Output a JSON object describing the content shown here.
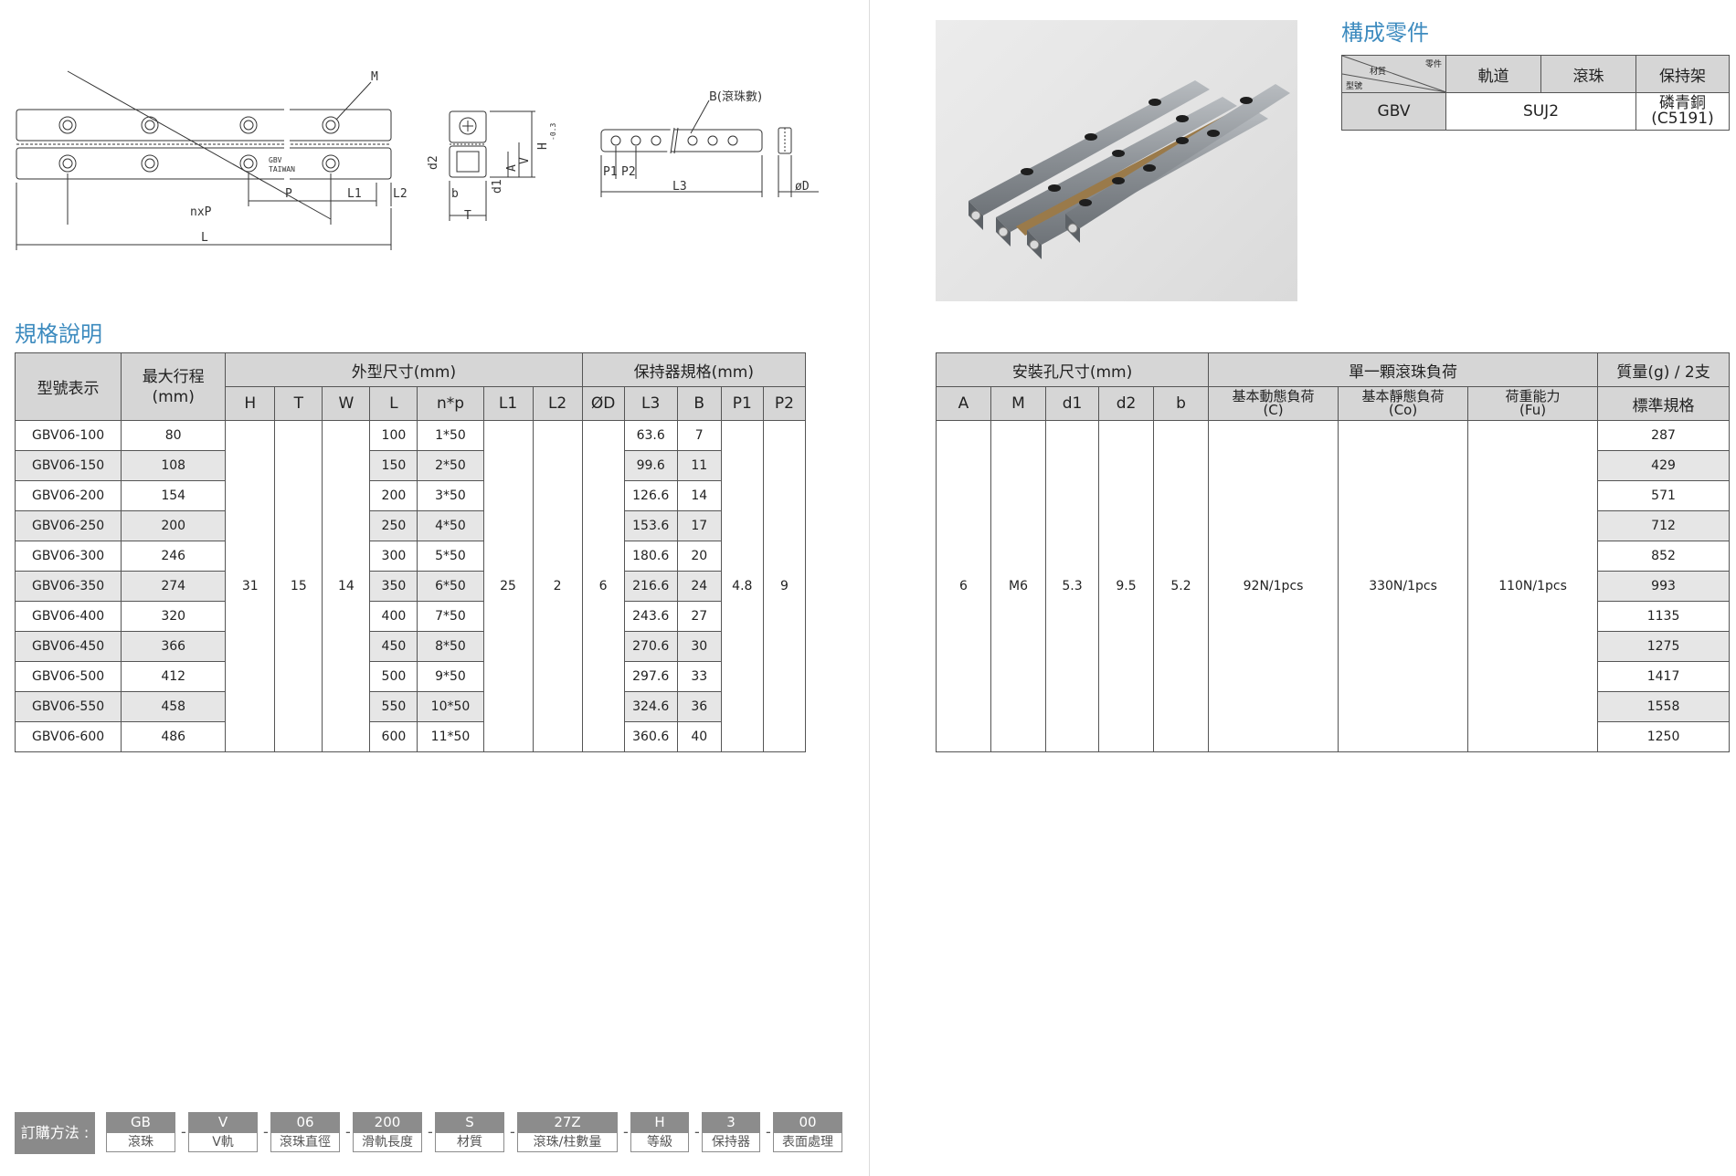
{
  "drawings": {
    "side_labels": [
      "M",
      "nxP",
      "P",
      "L1",
      "L2",
      "L"
    ],
    "rail_marking": [
      "GBV",
      "TAIWAN"
    ],
    "section_labels": [
      "d2",
      "d1",
      "A",
      "V",
      "H",
      "b",
      "T"
    ],
    "h_tol": "-0.3",
    "cage_labels": [
      "B(滾珠數)",
      "P1",
      "P2",
      "L3",
      "øD"
    ]
  },
  "parts": {
    "title": "構成零件",
    "corner_top": "零件",
    "corner_mid": "材質",
    "corner_bottom": "型號",
    "headers": [
      "軌道",
      "滾珠",
      "保持架"
    ],
    "row": {
      "model": "GBV",
      "rail_ball": "SUJ2",
      "cage_line1": "磷青銅",
      "cage_line2": "(C5191)"
    }
  },
  "spec": {
    "title": "規格說明",
    "left_groups": {
      "model": "型號表示",
      "stroke_line1": "最大行程",
      "stroke_line2": "(mm)",
      "outer": "外型尺寸(mm)",
      "cage": "保持器規格(mm)"
    },
    "left_cols": [
      "H",
      "T",
      "W",
      "L",
      "n*p",
      "L1",
      "L2",
      "ØD",
      "L3",
      "B",
      "P1",
      "P2"
    ],
    "common": {
      "H": "31",
      "T": "15",
      "W": "14",
      "L1": "25",
      "L2": "2",
      "D": "6",
      "P1": "4.8",
      "P2": "9"
    },
    "rows": [
      {
        "model": "GBV06-100",
        "stroke": "80",
        "L": "100",
        "np": "1*50",
        "L3": "63.6",
        "B": "7"
      },
      {
        "model": "GBV06-150",
        "stroke": "108",
        "L": "150",
        "np": "2*50",
        "L3": "99.6",
        "B": "11"
      },
      {
        "model": "GBV06-200",
        "stroke": "154",
        "L": "200",
        "np": "3*50",
        "L3": "126.6",
        "B": "14"
      },
      {
        "model": "GBV06-250",
        "stroke": "200",
        "L": "250",
        "np": "4*50",
        "L3": "153.6",
        "B": "17"
      },
      {
        "model": "GBV06-300",
        "stroke": "246",
        "L": "300",
        "np": "5*50",
        "L3": "180.6",
        "B": "20"
      },
      {
        "model": "GBV06-350",
        "stroke": "274",
        "L": "350",
        "np": "6*50",
        "L3": "216.6",
        "B": "24"
      },
      {
        "model": "GBV06-400",
        "stroke": "320",
        "L": "400",
        "np": "7*50",
        "L3": "243.6",
        "B": "27"
      },
      {
        "model": "GBV06-450",
        "stroke": "366",
        "L": "450",
        "np": "8*50",
        "L3": "270.6",
        "B": "30"
      },
      {
        "model": "GBV06-500",
        "stroke": "412",
        "L": "500",
        "np": "9*50",
        "L3": "297.6",
        "B": "33"
      },
      {
        "model": "GBV06-550",
        "stroke": "458",
        "L": "550",
        "np": "10*50",
        "L3": "324.6",
        "B": "36"
      },
      {
        "model": "GBV06-600",
        "stroke": "486",
        "L": "600",
        "np": "11*50",
        "L3": "360.6",
        "B": "40"
      }
    ],
    "right_groups": {
      "mount": "安裝孔尺寸(mm)",
      "load": "單一顆滾珠負荷",
      "mass": "質量(g) / 2支"
    },
    "right_cols": [
      "A",
      "M",
      "d1",
      "d2",
      "b"
    ],
    "load_cols": [
      {
        "l1": "基本動態負荷",
        "l2": "(C)"
      },
      {
        "l1": "基本靜態負荷",
        "l2": "(Co)"
      },
      {
        "l1": "荷重能力",
        "l2": "(Fu)"
      }
    ],
    "mass_col": "標準規格",
    "right_common": {
      "A": "6",
      "M": "M6",
      "d1": "5.3",
      "d2": "9.5",
      "b": "5.2",
      "C": "92N/1pcs",
      "Co": "330N/1pcs",
      "Fu": "110N/1pcs"
    },
    "mass": [
      "287",
      "429",
      "571",
      "712",
      "852",
      "993",
      "1135",
      "1275",
      "1417",
      "1558",
      "1250"
    ]
  },
  "order": {
    "label": "訂購方法 :",
    "codes": [
      {
        "code": "GB",
        "desc": "滾珠"
      },
      {
        "code": "V",
        "desc": "V軌"
      },
      {
        "code": "06",
        "desc": "滾珠直徑"
      },
      {
        "code": "200",
        "desc": "滑軌長度"
      },
      {
        "code": "S",
        "desc": "材質"
      },
      {
        "code": "27Z",
        "desc": "滾珠/柱數量"
      },
      {
        "code": "H",
        "desc": "等級"
      },
      {
        "code": "3",
        "desc": "保持器"
      },
      {
        "code": "00",
        "desc": "表面處理"
      }
    ],
    "separator": "-"
  }
}
